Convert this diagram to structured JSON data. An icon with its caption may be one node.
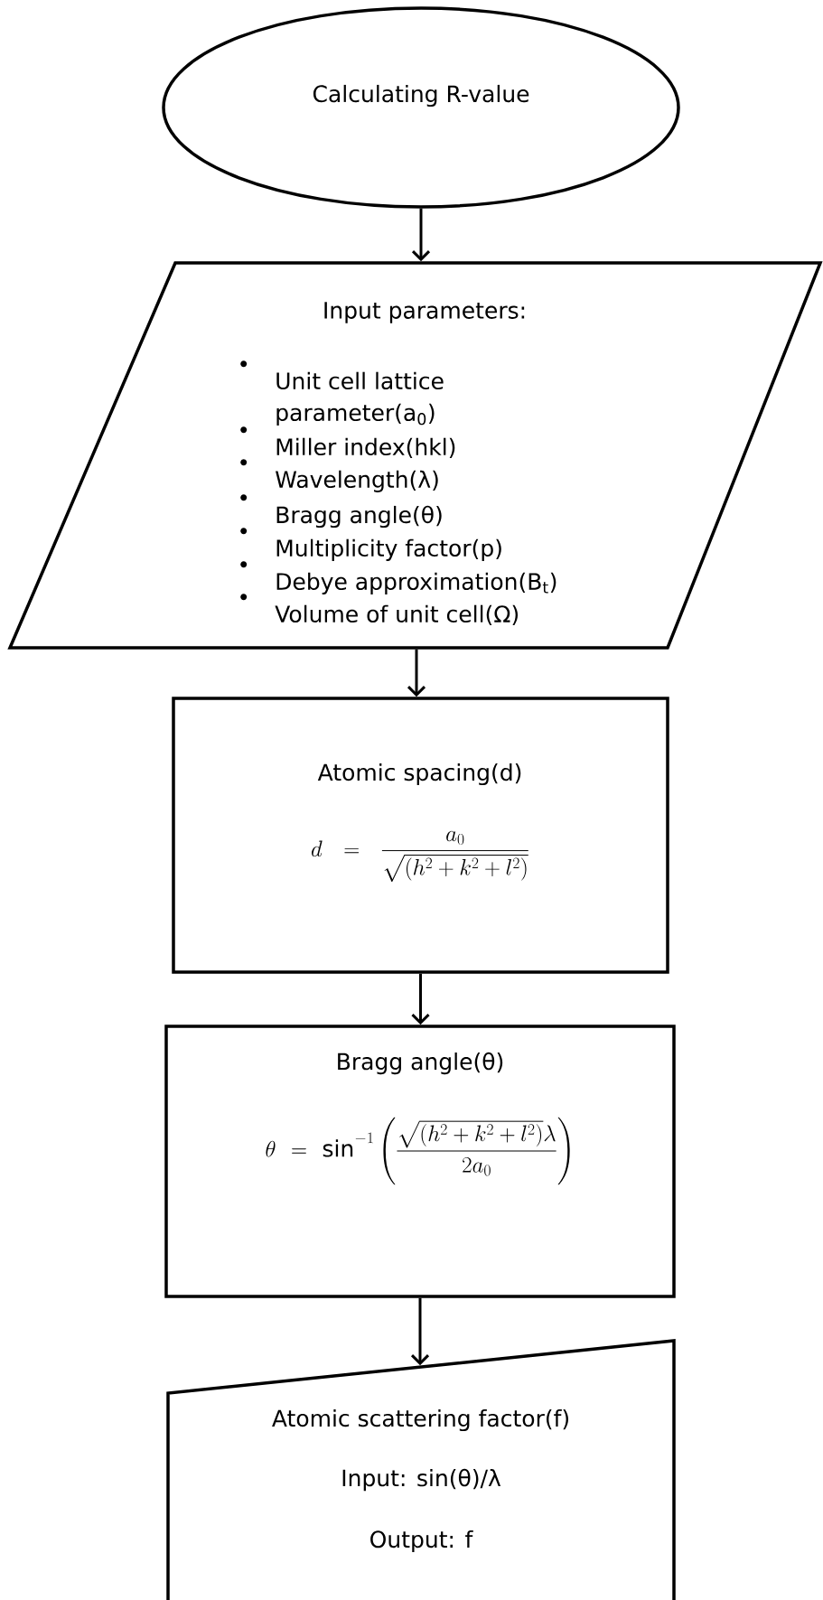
{
  "diagram": {
    "nodes": [
      {
        "text": [
          "Calculating R-value"
        ]
      },
      {
        "text": [
          "Input parameters:",
          "Unit cell lattice parameter(a$_{0}$)",
          "Miller index(hkl)",
          "Wavelength(λ)",
          "Bragg angle(θ)",
          "Multiplicity factor(p)",
          "Debye approximation(B$_{t}$)",
          "Volume of unit cell(Ω)"
        ]
      },
      {
        "text": [
          "Atomic spacing(d)",
          "d = \\frac{a_0}{\\sqrt{(h^2+k^2+l^2)}}"
        ]
      },
      {
        "text": [
          "Bragg angle(θ)",
          "\\theta = \\sin^{-1}\\left(\\frac{\\sqrt{(h^2+k^2+l^2)}\\lambda}{2a_0}\\right)"
        ]
      },
      {
        "text": [
          "Atomic scattering factor(f)",
          "Input: sin(θ)/λ",
          "Output: f"
        ]
      }
    ],
    "edges": [
      {
        "from": 0,
        "to": 1,
        "arrow": "to"
      },
      {
        "from": 1,
        "to": 2,
        "arrow": "to"
      },
      {
        "from": 2,
        "to": 3,
        "arrow": "to"
      },
      {
        "from": 3,
        "to": 4,
        "arrow": "to"
      }
    ]
  }
}
